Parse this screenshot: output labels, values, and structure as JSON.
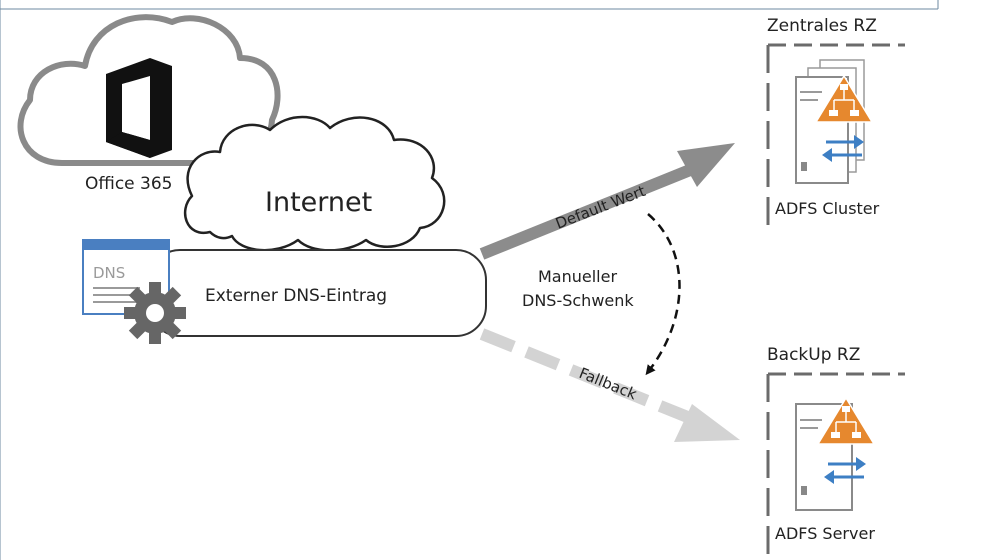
{
  "labels": {
    "office": "Office 365",
    "internet": "Internet",
    "dns_icon": "DNS",
    "dns_entry": "Externer DNS-Eintrag",
    "default_value": "Default Wert",
    "fallback": "Fallback",
    "manual_line1": "Manueller",
    "manual_line2": "DNS-Schwenk",
    "central_title": "Zentrales RZ",
    "central_caption": "ADFS Cluster",
    "backup_title": "BackUp RZ",
    "backup_caption": "ADFS Server"
  },
  "colors": {
    "cloud_stroke": "#8a8a8a",
    "office_black": "#111111",
    "dns_blue": "#4a7fc1",
    "gear_gray": "#666666",
    "primary_arrow": "#8c8c8c",
    "fallback_arrow": "#d3d3d3",
    "adfs_orange": "#e6882e",
    "exchange_blue": "#3d7fc4",
    "rack_gray": "#9a9a9a",
    "frame_gray": "#6b6b6b"
  },
  "icons": [
    "cloud-icon",
    "office-logo-icon",
    "dns-window-icon",
    "gear-icon",
    "server-adfs-icon"
  ]
}
